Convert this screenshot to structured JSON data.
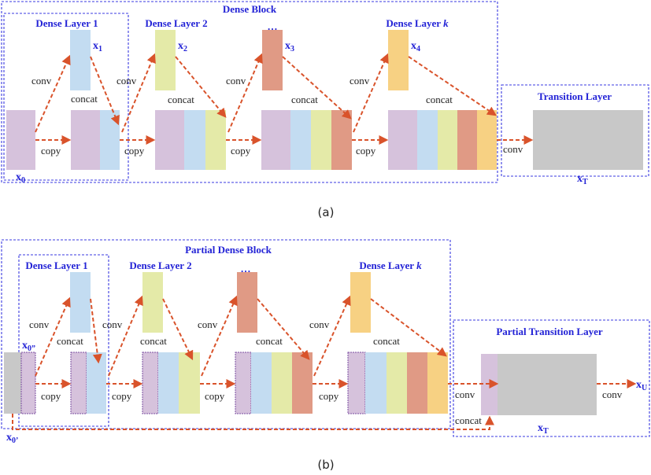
{
  "colors": {
    "purple": "#d6c2dc",
    "blue": "#c3dcf1",
    "yellow": "#e4eaa8",
    "salmon": "#e09a85",
    "orange": "#f7d183",
    "gray": "#c8c8c8",
    "arrow": "#d9532b",
    "label_blue": "#2323d6"
  },
  "diagram_a": {
    "block_title": "Dense Block",
    "layers": [
      "Dense Layer 1",
      "Dense Layer 2",
      "…",
      "Dense Layer k"
    ],
    "layer_k_prefix": "Dense Layer ",
    "layer_k_suffix": "k",
    "transition_title": "Transition Layer",
    "conv": "conv",
    "concat": "concat",
    "copy": "copy",
    "vars": {
      "x0": "x",
      "x0_sub": "0",
      "x1": "x",
      "x1_sub": "1",
      "x2": "x",
      "x2_sub": "2",
      "x3": "x",
      "x3_sub": "3",
      "x4": "x",
      "x4_sub": "4",
      "xT": "x",
      "xT_sub": "T"
    },
    "caption": "(a)"
  },
  "diagram_b": {
    "block_title": "Partial Dense Block",
    "layer1": "Dense Layer 1",
    "layer2": "Dense Layer 2",
    "layer3": "…",
    "layer_k_prefix": "Dense Layer ",
    "layer_k_suffix": "k",
    "transition_title": "Partial Transition Layer",
    "conv": "conv",
    "concat": "concat",
    "copy": "copy",
    "vars": {
      "x0pp": "x",
      "x0pp_sub": "0”",
      "x0p": "x",
      "x0p_sub": "0’",
      "xT": "x",
      "xT_sub": "T",
      "xU": "x",
      "xU_sub": "U"
    },
    "caption": "(b)"
  }
}
